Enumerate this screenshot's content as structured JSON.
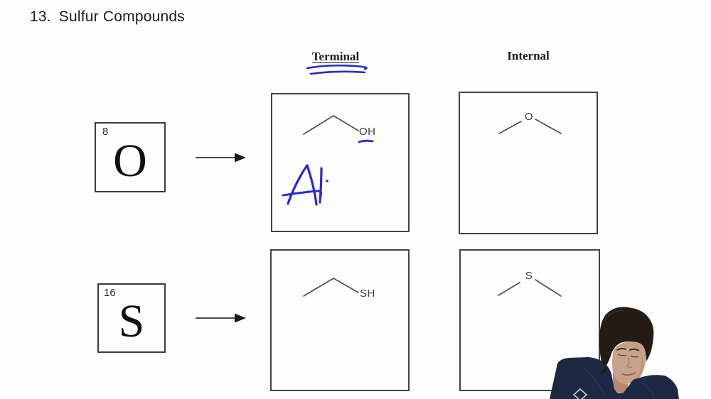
{
  "slide": {
    "title_number": "13.",
    "title_text": "Sulfur Compounds"
  },
  "table": {
    "column_headers": {
      "terminal": "Terminal",
      "internal": "Internal"
    }
  },
  "periodic_elements": {
    "oxygen": {
      "atomic_number": "8",
      "symbol": "O"
    },
    "sulfur": {
      "atomic_number": "16",
      "symbol": "S"
    }
  },
  "structures": {
    "terminal_oxygen": {
      "group_label": "OH",
      "depicts": "ethanol-skeletal-structure"
    },
    "internal_oxygen": {
      "group_label": "O",
      "depicts": "dimethyl-ether-skeletal-structure"
    },
    "terminal_sulfur": {
      "group_label": "SH",
      "depicts": "ethanethiol-skeletal-structure"
    },
    "internal_sulfur": {
      "group_label": "S",
      "depicts": "dimethyl-sulfide-skeletal-structure"
    }
  },
  "annotations": {
    "handwriting": "Al",
    "ink_color": "#2a2ace",
    "marks": [
      "double-underline-under-terminal",
      "underline-under-OH"
    ]
  },
  "video_overlay": {
    "presenter": "instructor-looking-down",
    "shirt_color": "#1d2943",
    "hair_color": "#241b14",
    "skin_color": "#c7a28a"
  },
  "colors": {
    "background": "#fefefe",
    "line": "#4a4a4a",
    "text": "#1d1d1d",
    "box_border": "#434343"
  }
}
